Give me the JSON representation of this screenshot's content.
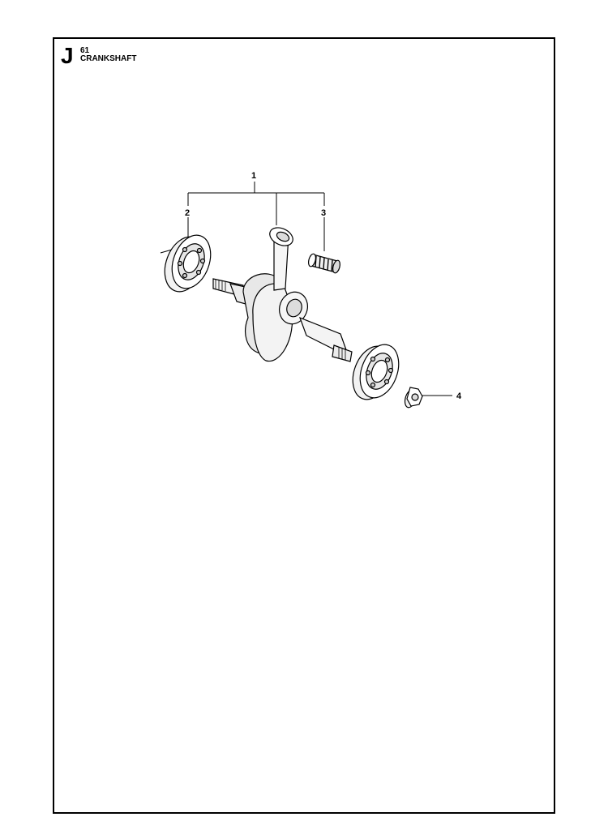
{
  "section": {
    "letter": "J",
    "number": "61",
    "title": "CRANKSHAFT"
  },
  "callouts": [
    "1",
    "2",
    "3",
    "4"
  ],
  "parts": [
    {
      "ref": "1",
      "item": "crankshaft-assembly-icon"
    },
    {
      "ref": "2",
      "item": "ball-bearing-icon"
    },
    {
      "ref": "3",
      "item": "needle-bearing-icon"
    },
    {
      "ref": "4",
      "item": "nut-icon"
    }
  ]
}
